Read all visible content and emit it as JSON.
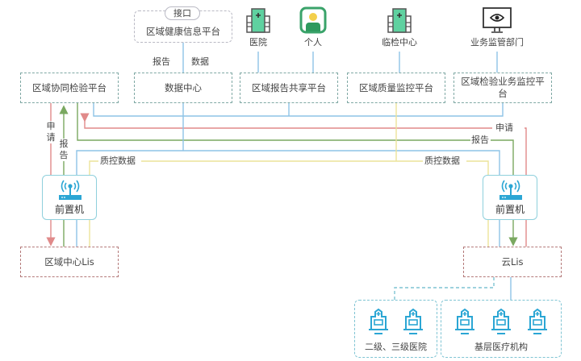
{
  "top": {
    "health_platform": {
      "tag": "接口",
      "label": "区域健康信息平台"
    },
    "endpoints": [
      {
        "icon": "hospital-building-icon",
        "label": "医院"
      },
      {
        "icon": "person-icon",
        "label": "个人"
      },
      {
        "icon": "lab-building-icon",
        "label": "临检中心"
      },
      {
        "icon": "monitor-eye-icon",
        "label": "业务监管部门"
      }
    ],
    "flow_labels": {
      "report": "报告",
      "data": "数据"
    }
  },
  "platforms": [
    {
      "label": "区域协同检验平台"
    },
    {
      "label": "数据中心"
    },
    {
      "label": "区域报告共享平台"
    },
    {
      "label": "区域质量监控平台"
    },
    {
      "label": "区域检验业务监控平台"
    }
  ],
  "flows": {
    "left": {
      "apply": "申请",
      "report": "报告",
      "qc": "质控数据"
    },
    "right": {
      "apply": "申请",
      "report": "报告",
      "qc": "质控数据"
    }
  },
  "colors": {
    "apply": "#e08a8a",
    "report": "#7aa860",
    "data": "#8ec3e6",
    "qc": "#ece39a",
    "teal": "#7fa8a4",
    "gateway": "#2ba6d4"
  },
  "gateways": [
    {
      "label": "前置机"
    },
    {
      "label": "前置机"
    }
  ],
  "lis": [
    {
      "label": "区域中心Lis"
    },
    {
      "label": "云Lis"
    }
  ],
  "facilities": [
    {
      "label": "二级、三级医院",
      "count": 2
    },
    {
      "label": "基层医疗机构",
      "count": 3
    }
  ]
}
